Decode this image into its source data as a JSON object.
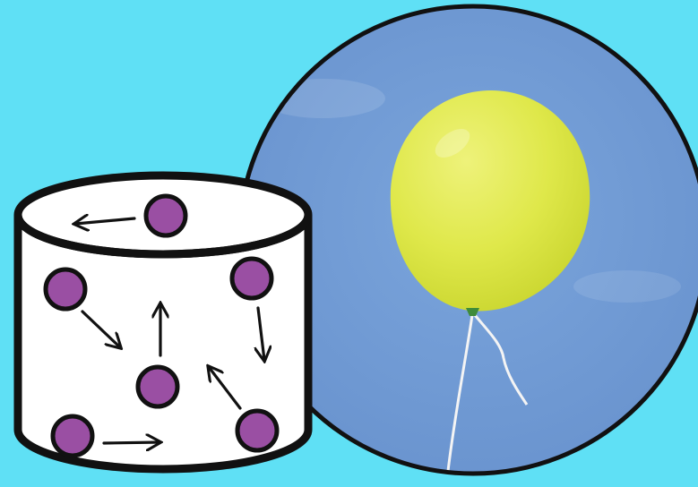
{
  "colors": {
    "background": "#5fe0f5",
    "sky": "#6d99d4",
    "balloon": "#dfe84a",
    "particle": "#9a4fa3",
    "outline": "#111111",
    "container_fill": "#ffffff",
    "string": "#ffffff"
  },
  "icons": {
    "container": "gas-container-cylinder",
    "particles": "gas-particle-circle",
    "motion": "motion-arrow",
    "balloon": "helium-balloon"
  },
  "particles": [
    {
      "id": "top",
      "arrow_direction": "left"
    },
    {
      "id": "upper-left",
      "arrow_direction": "down-right"
    },
    {
      "id": "upper-right",
      "arrow_direction": "down"
    },
    {
      "id": "middle",
      "arrow_direction": "up"
    },
    {
      "id": "lower-left",
      "arrow_direction": "right"
    },
    {
      "id": "lower-right",
      "arrow_direction": "up-left"
    }
  ]
}
